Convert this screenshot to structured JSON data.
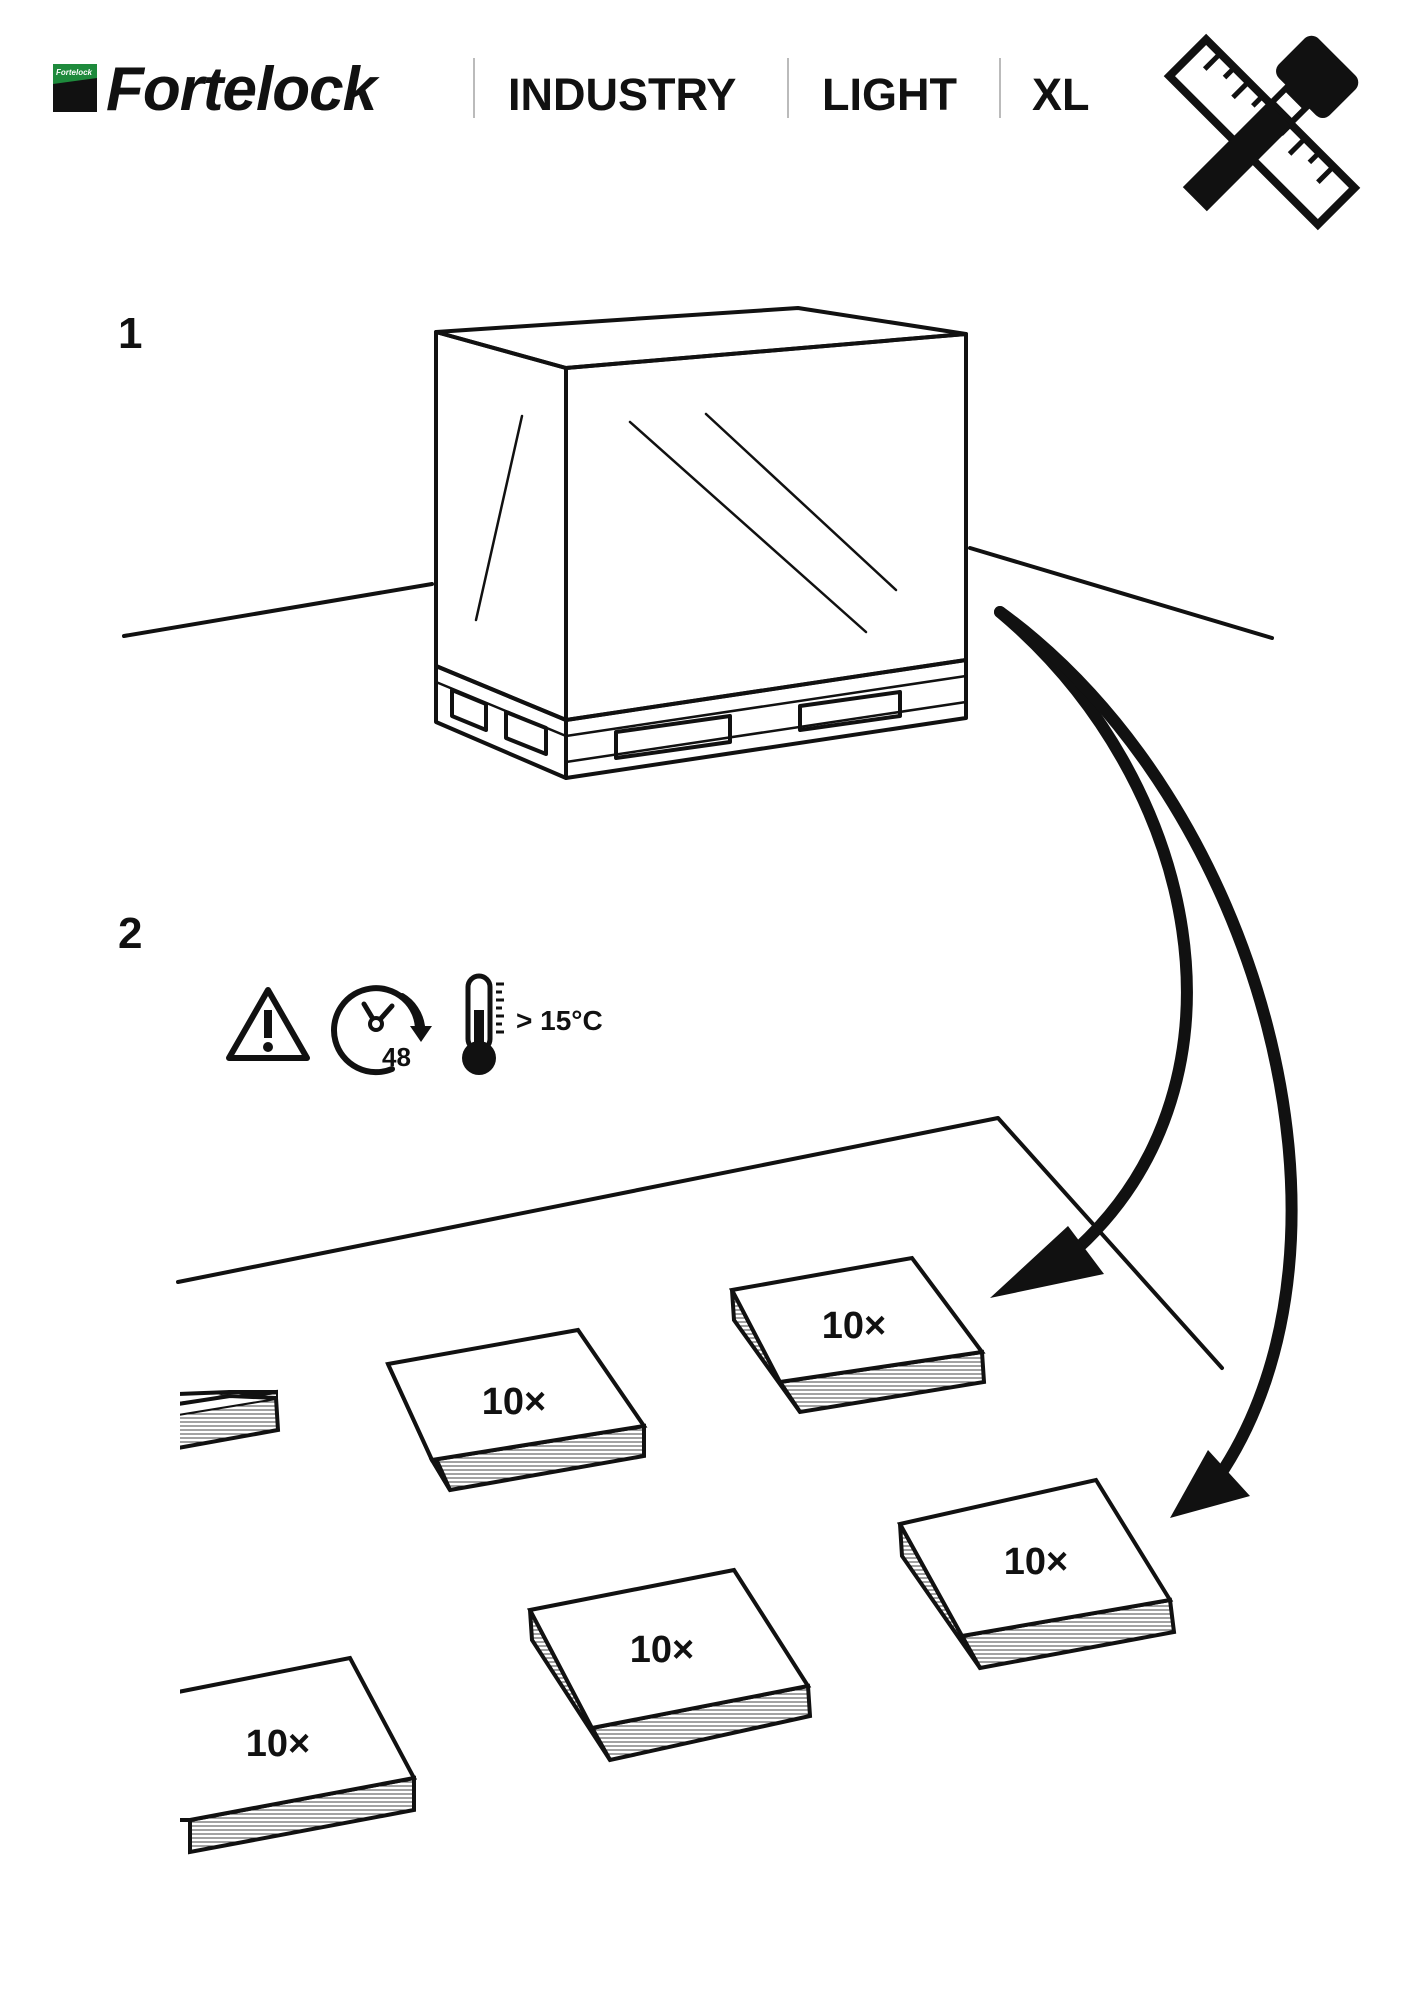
{
  "header": {
    "brand_name": "Fortelock",
    "brand_small": "Fortelock",
    "brand_color": "#1e8a3c",
    "product_line": "INDUSTRY",
    "variant": "LIGHT",
    "size": "XL",
    "tools_icon": "ruler-hammer-icon"
  },
  "steps": [
    {
      "number": "1",
      "illustration": "wrapped-pallet-icon"
    },
    {
      "number": "2",
      "illustration": "tiles-on-floor-icon"
    }
  ],
  "conditions": {
    "warning_icon": "warning-triangle-icon",
    "clock_icon": "clock-rotate-icon",
    "hours": "48",
    "thermometer_icon": "thermometer-icon",
    "temperature": "> 15°C"
  },
  "stacks": [
    {
      "count": "10×"
    },
    {
      "count": "10×"
    },
    {
      "count": "10×"
    },
    {
      "count": "10×"
    },
    {
      "count": "10×"
    }
  ]
}
